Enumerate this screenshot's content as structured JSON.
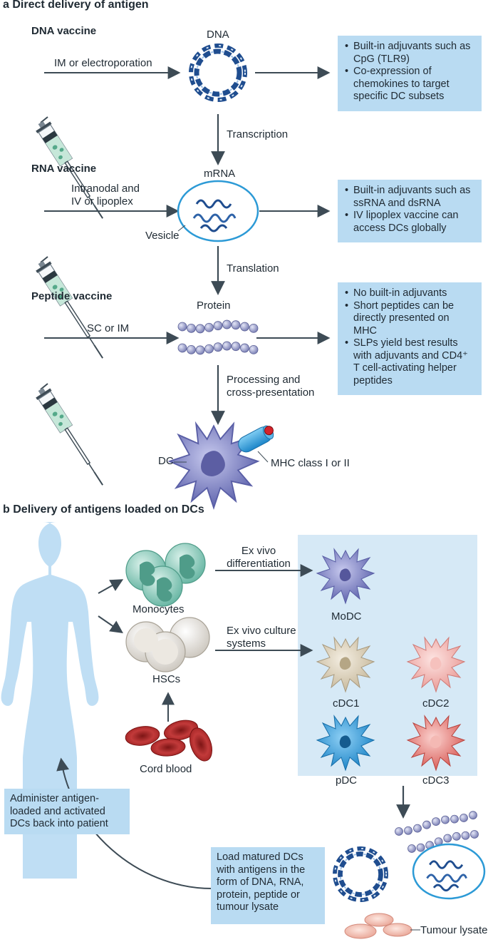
{
  "panel_a": {
    "heading_letter": "a",
    "heading": "Direct delivery of antigen",
    "dna_vaccine": {
      "label": "DNA vaccine",
      "route": "IM or electroporation",
      "product": "DNA",
      "notes": [
        "Built-in adjuvants such as CpG (TLR9)",
        "Co-expression of chemokines to target specific DC subsets"
      ]
    },
    "transcription": "Transcription",
    "rna_vaccine": {
      "label": "RNA vaccine",
      "route_line1": "Intranodal and",
      "route_line2": "IV or lipoplex",
      "product": "mRNA",
      "vesicle": "Vesicle",
      "notes": [
        "Built-in adjuvants such as ssRNA and dsRNA",
        "IV lipoplex vaccine can access DCs globally"
      ]
    },
    "translation": "Translation",
    "peptide_vaccine": {
      "label": "Peptide vaccine",
      "route": "SC or IM",
      "product": "Protein",
      "notes": [
        "No built-in adjuvants",
        "Short peptides can be directly presented on MHC",
        "SLPs yield best results with adjuvants and CD4⁺ T cell-activating helper peptides"
      ]
    },
    "processing_line1": "Processing and",
    "processing_line2": "cross-presentation",
    "dc_label": "DC",
    "mhc_label": "MHC class I or II"
  },
  "panel_b": {
    "heading_letter": "b",
    "heading": "Delivery of antigens loaded on DCs",
    "monocytes": "Monocytes",
    "hscs": "HSCs",
    "cord_blood": "Cord blood",
    "exvivo_diff_line1": "Ex vivo",
    "exvivo_diff_line2": "differentiation",
    "exvivo_culture_line1": "Ex vivo culture",
    "exvivo_culture_line2": "systems",
    "dc_types": [
      "MoDC",
      "cDC1",
      "cDC2",
      "pDC",
      "cDC3"
    ],
    "administer": "Administer antigen-loaded and activated DCs back into patient",
    "load": "Load matured DCs with antigens in the form of DNA, RNA, protein, peptide or tumour lysate",
    "tumour_lysate": "Tumour lysate"
  },
  "colors": {
    "box_fill": "#b9dbf2",
    "arrow": "#3d4b55",
    "dna_blue": "#1f4d8f",
    "cell_purple": "#7b7fbf",
    "monocyte_green": "#8ccfbf",
    "blood_red": "#b42e2e",
    "body_blue": "#bfdef4"
  }
}
